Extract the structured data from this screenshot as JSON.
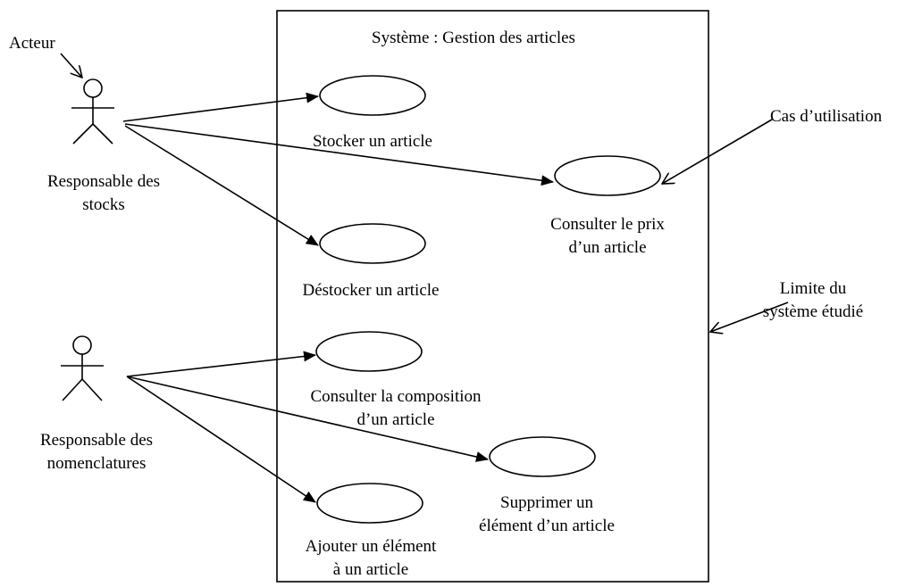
{
  "system": {
    "title": "Système : Gestion des articles"
  },
  "actors": [
    {
      "name": "actor-stock-manager",
      "lines": [
        "Responsable des",
        "stocks"
      ]
    },
    {
      "name": "actor-nomenclature-manager",
      "lines": [
        "Responsable des",
        "nomenclatures"
      ]
    }
  ],
  "use_cases": [
    {
      "name": "use-case-stocker",
      "lines": [
        "Stocker un article"
      ]
    },
    {
      "name": "use-case-consulter-prix",
      "lines": [
        "Consulter le prix",
        "d’un article"
      ]
    },
    {
      "name": "use-case-destocker",
      "lines": [
        "Déstocker un article"
      ]
    },
    {
      "name": "use-case-consulter-composition",
      "lines": [
        "Consulter la composition",
        "d’un article"
      ]
    },
    {
      "name": "use-case-supprimer-element",
      "lines": [
        "Supprimer un",
        "élément d’un article"
      ]
    },
    {
      "name": "use-case-ajouter-element",
      "lines": [
        "Ajouter un élément",
        "à un article"
      ]
    }
  ],
  "annotations": {
    "acteur": "Acteur",
    "cas_utilisation": "Cas d’utilisation",
    "limite": [
      "Limite du",
      "système étudié"
    ]
  }
}
